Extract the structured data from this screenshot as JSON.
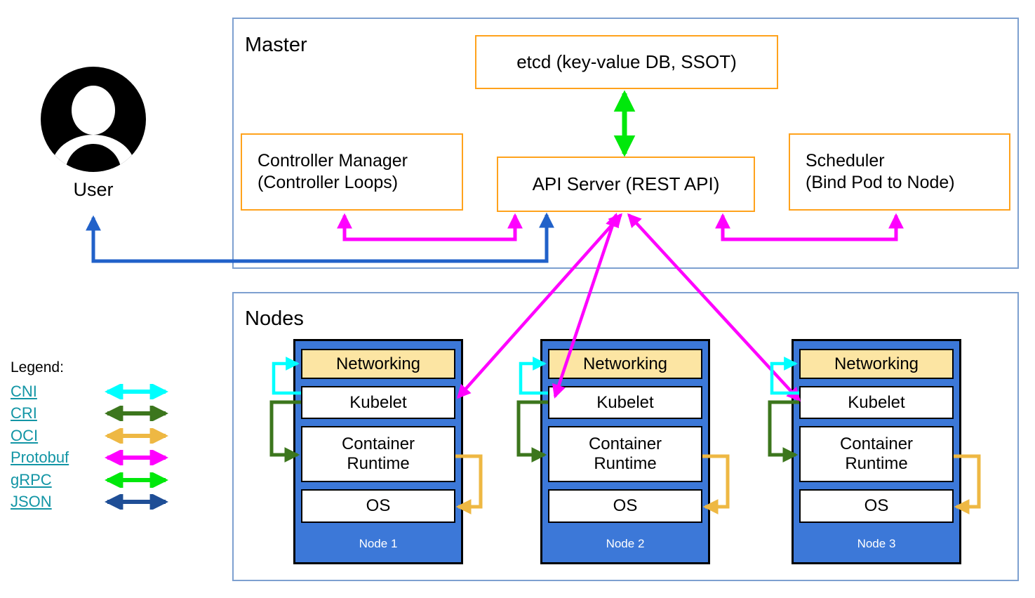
{
  "palette": {
    "frame_border": "#7da0d0",
    "box_border": "#ffa21c",
    "node_fill": "#3c78d8",
    "networking_fill": "#fce5a3",
    "link_teal": "#1295a5",
    "cni": "#00ffff",
    "cri": "#3c761d",
    "oci": "#eeb843",
    "protobuf": "#ff00ff",
    "grpc": "#00e80b",
    "json": "#1f4e96",
    "user_arrow": "#2161c9"
  },
  "master": {
    "label": "Master",
    "etcd": "etcd (key-value DB, SSOT)",
    "controller_manager_line1": "Controller Manager",
    "controller_manager_line2": "(Controller Loops)",
    "api_server": "API Server (REST API)",
    "scheduler_line1": "Scheduler",
    "scheduler_line2": "(Bind Pod to Node)"
  },
  "user": {
    "label": "User"
  },
  "nodes_section": {
    "label": "Nodes",
    "nodes": [
      {
        "name": "Node 1",
        "layers": {
          "networking": "Networking",
          "kubelet": "Kubelet",
          "runtime": "Container Runtime",
          "os": "OS"
        }
      },
      {
        "name": "Node 2",
        "layers": {
          "networking": "Networking",
          "kubelet": "Kubelet",
          "runtime": "Container Runtime",
          "os": "OS"
        }
      },
      {
        "name": "Node 3",
        "layers": {
          "networking": "Networking",
          "kubelet": "Kubelet",
          "runtime": "Container Runtime",
          "os": "OS"
        }
      }
    ]
  },
  "legend": {
    "title": "Legend:",
    "items": [
      {
        "label": "CNI",
        "color": "#00ffff"
      },
      {
        "label": "CRI",
        "color": "#3c761d"
      },
      {
        "label": "OCI",
        "color": "#eeb843"
      },
      {
        "label": "Protobuf",
        "color": "#ff00ff"
      },
      {
        "label": "gRPC",
        "color": "#00e80b"
      },
      {
        "label": "JSON",
        "color": "#1f4e96"
      }
    ]
  }
}
